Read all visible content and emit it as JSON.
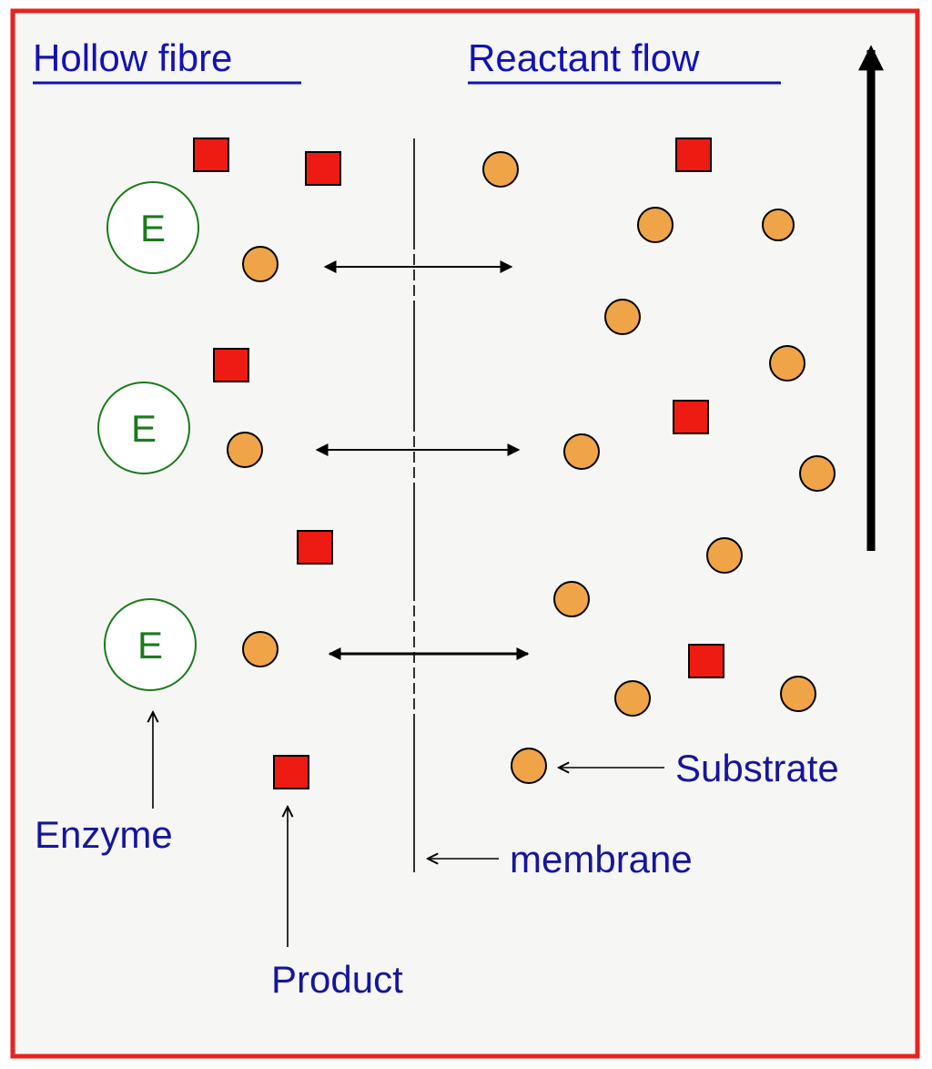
{
  "headings": {
    "left": "Hollow fibre",
    "right": "Reactant flow"
  },
  "labels": {
    "enzyme_symbol": "E",
    "enzyme": "Enzyme",
    "product": "Product",
    "membrane": "membrane",
    "substrate": "Substrate"
  },
  "colors": {
    "frame": "#e8231f",
    "background": "#f6f6f4",
    "heading": "#1212b4",
    "label": "#16169a",
    "enzyme": "#1b7a1b",
    "product_fill": "#ee1b12",
    "substrate_fill": "#f0a448",
    "ink": "#000000"
  }
}
